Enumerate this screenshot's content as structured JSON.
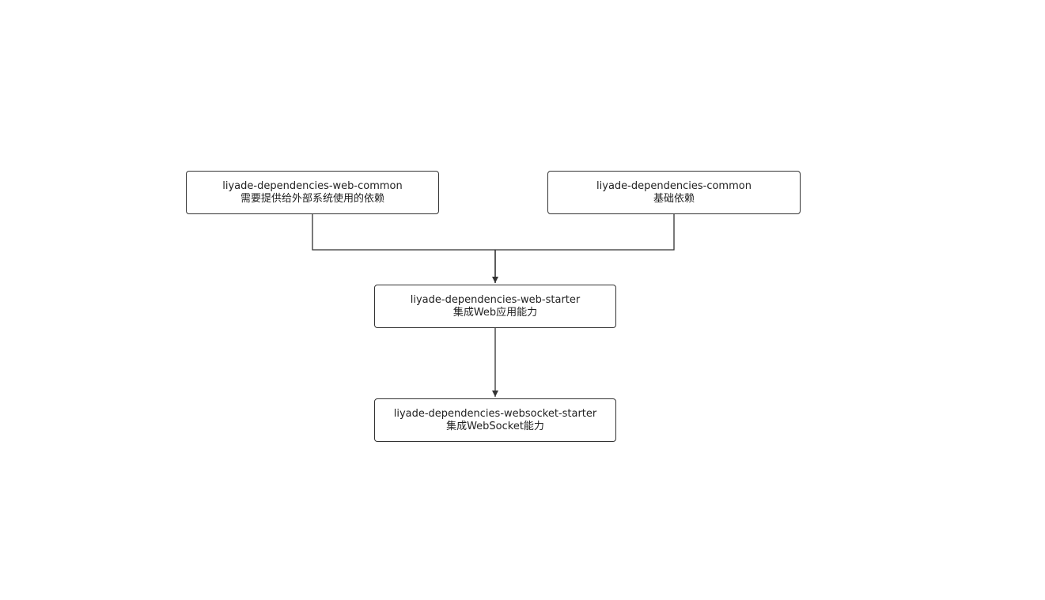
{
  "nodes": {
    "web_common": {
      "name": "liyade-dependencies-web-common",
      "desc": "需要提供给外部系统使用的依赖"
    },
    "common": {
      "name": "liyade-dependencies-common",
      "desc": "基础依赖"
    },
    "web_starter": {
      "name": "liyade-dependencies-web-starter",
      "desc": "集成Web应用能力"
    },
    "websocket_starter": {
      "name": "liyade-dependencies-websocket-starter",
      "desc": "集成WebSocket能力"
    }
  },
  "edges": [
    {
      "from": "web_common",
      "to": "web_starter"
    },
    {
      "from": "common",
      "to": "web_starter"
    },
    {
      "from": "web_starter",
      "to": "websocket_starter"
    }
  ],
  "colors": {
    "stroke": "#333333",
    "text": "#222222",
    "background": "#ffffff"
  }
}
